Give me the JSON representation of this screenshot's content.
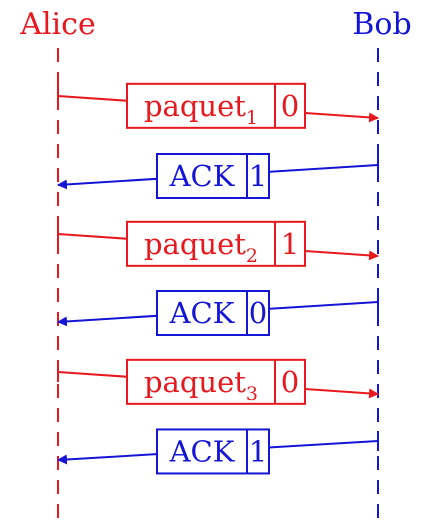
{
  "participants": {
    "left": {
      "name": "Alice",
      "color": "#e8191e"
    },
    "right": {
      "name": "Bob",
      "color": "#1515d6"
    }
  },
  "messages": [
    {
      "direction": "right",
      "label": "paquet",
      "subscript": "1",
      "bit": "0",
      "color": "#e8191e"
    },
    {
      "direction": "left",
      "label": "ACK",
      "subscript": "",
      "bit": "1",
      "color": "#1515d6"
    },
    {
      "direction": "right",
      "label": "paquet",
      "subscript": "2",
      "bit": "1",
      "color": "#e8191e"
    },
    {
      "direction": "left",
      "label": "ACK",
      "subscript": "",
      "bit": "0",
      "color": "#1515d6"
    },
    {
      "direction": "right",
      "label": "paquet",
      "subscript": "3",
      "bit": "0",
      "color": "#e8191e"
    },
    {
      "direction": "left",
      "label": "ACK",
      "subscript": "",
      "bit": "1",
      "color": "#1515d6"
    }
  ]
}
